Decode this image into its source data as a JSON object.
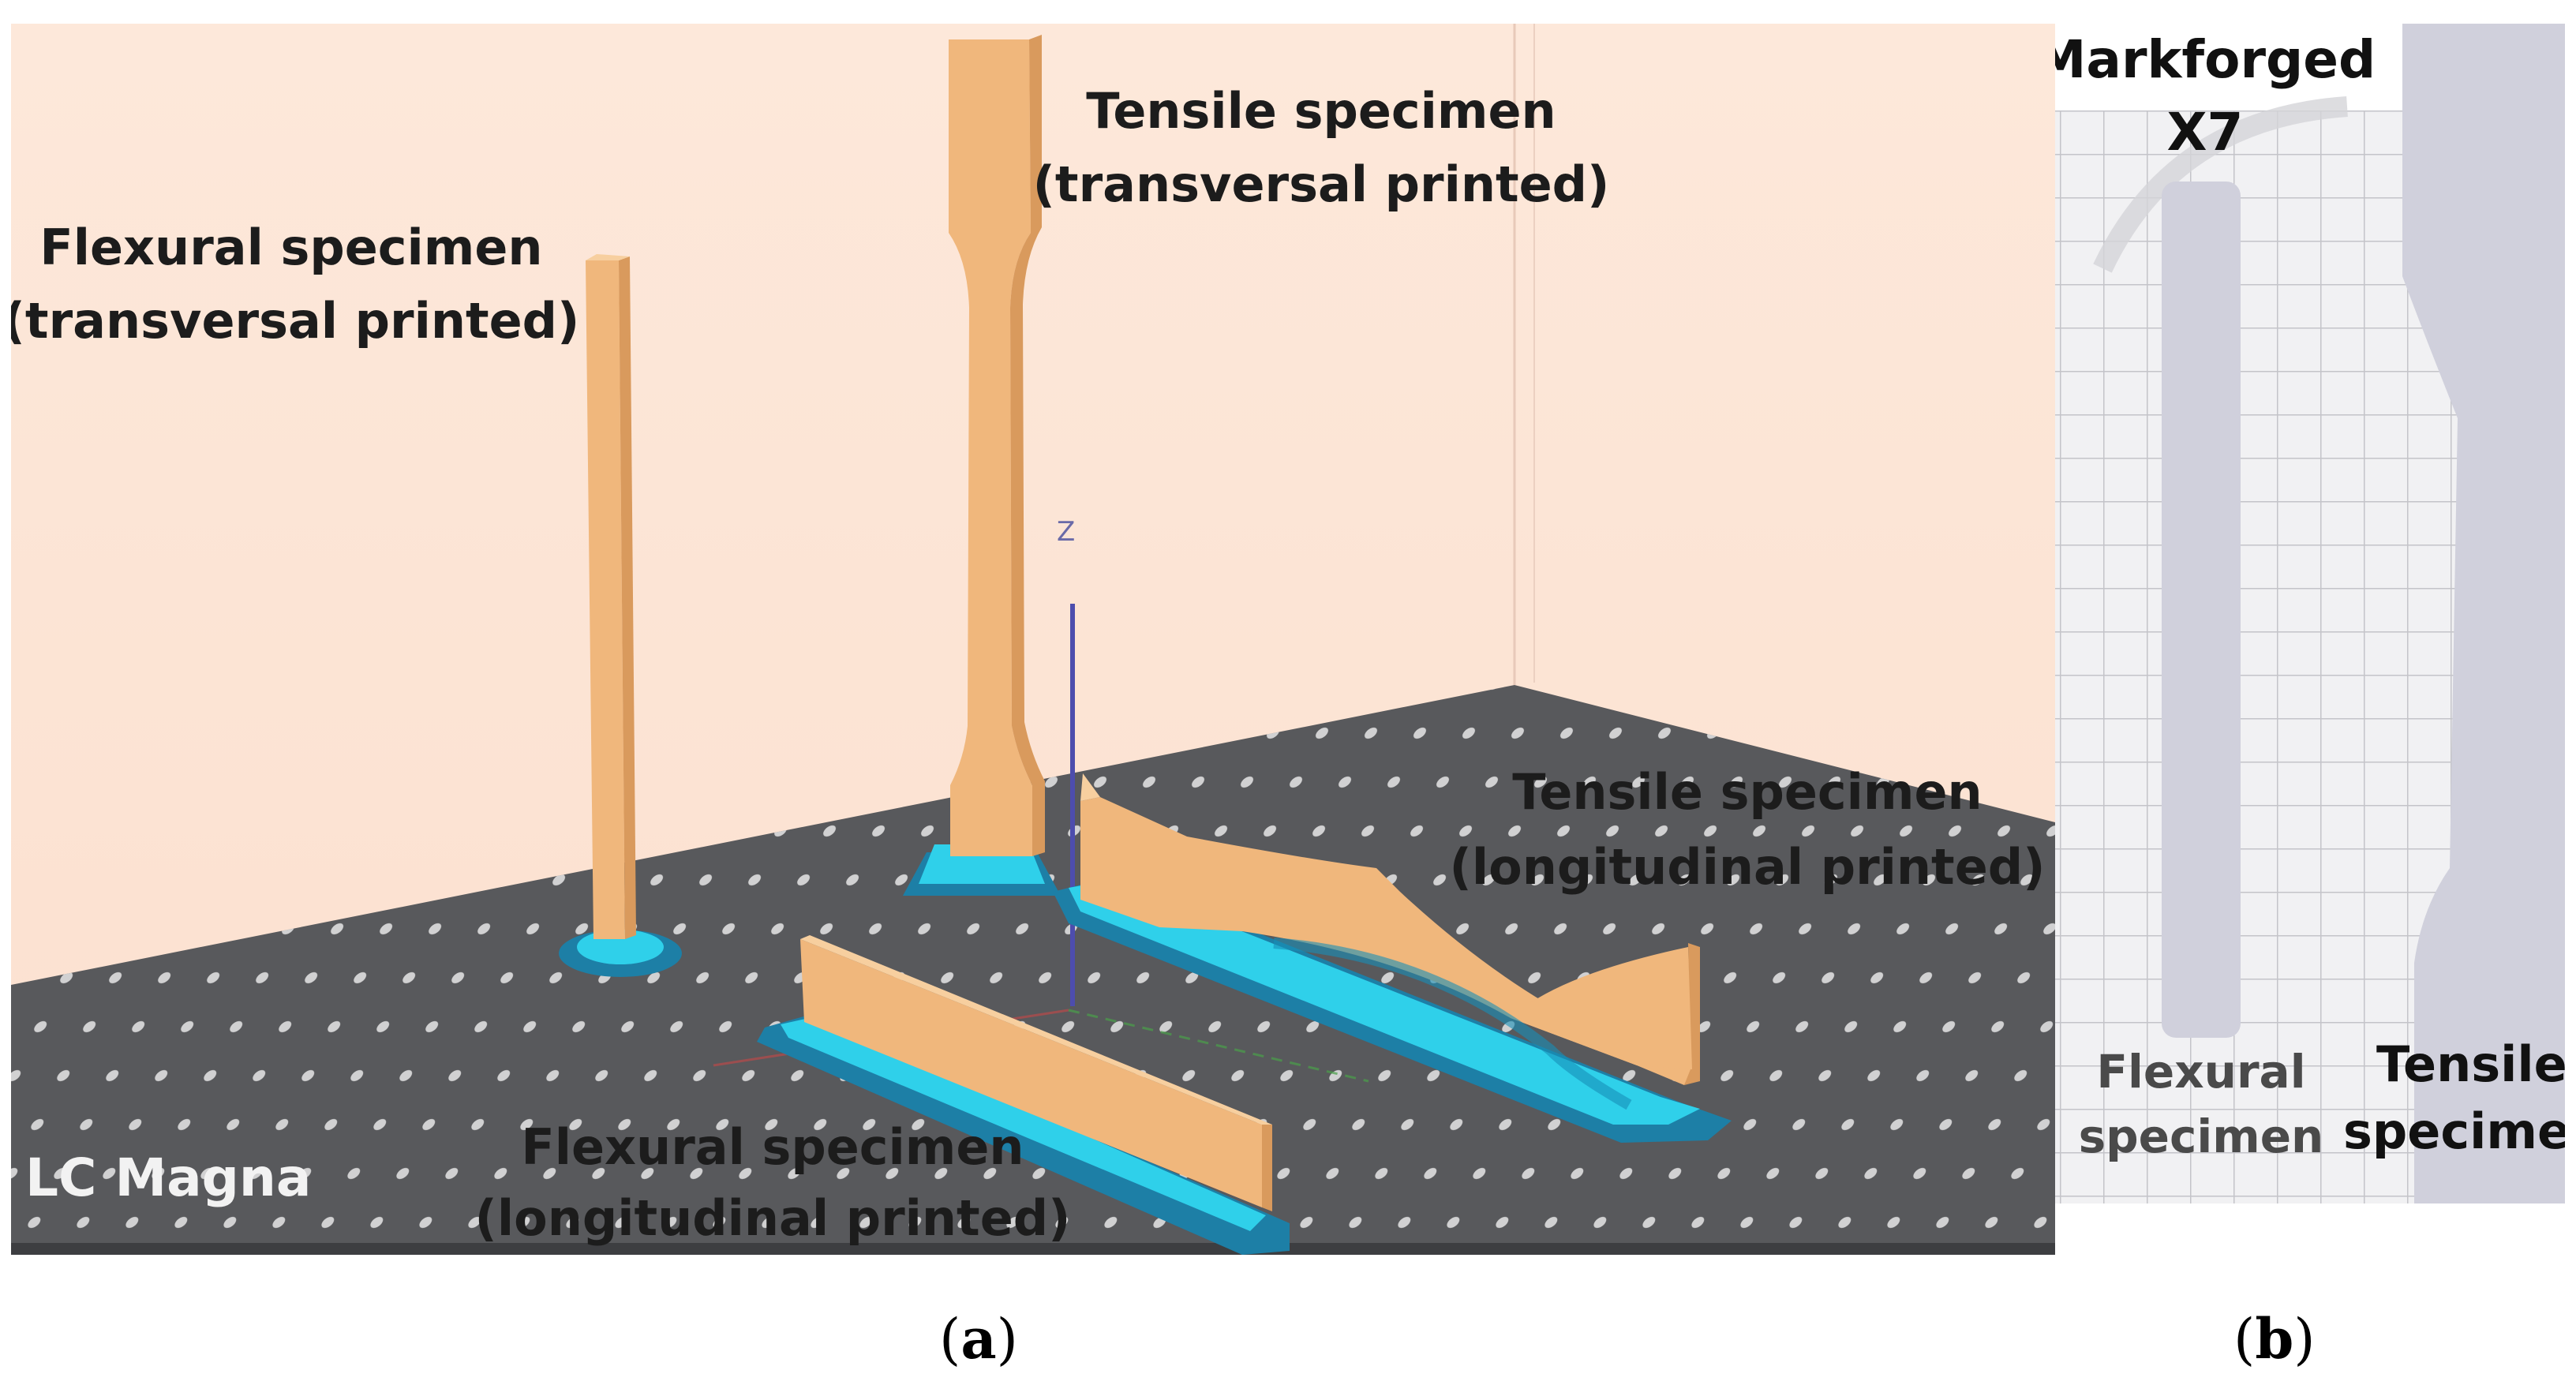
{
  "panel_a": {
    "software_label": "LC Magna",
    "axis_label": "Z",
    "labels": {
      "flexural_transversal": [
        "Flexural specimen",
        "(transversal printed)"
      ],
      "tensile_transversal": [
        "Tensile specimen",
        "(transversal printed)"
      ],
      "tensile_longitudinal": [
        "Tensile specimen",
        "(longitudinal printed)"
      ],
      "flexural_longitudinal": [
        "Flexural specimen",
        "(longitudinal printed)"
      ]
    },
    "colors": {
      "background": "#fde6d8",
      "bed": "#5a5b5e",
      "specimen": "#f0b77c",
      "support": "#2fd0ea",
      "raft": "#1d7fa6",
      "z_axis": "#4d4dad"
    }
  },
  "panel_b": {
    "printer_label": [
      "Markforged",
      "X7"
    ],
    "flexural_label": [
      "Flexural",
      "specimen"
    ],
    "tensile_label": [
      "Tensile",
      "specime"
    ],
    "colors": {
      "grid_bg": "#f1f1f3",
      "grid_line": "#c9c9cd",
      "specimen": "#d0d0dc"
    }
  },
  "captions": {
    "a": "a",
    "b": "b"
  }
}
